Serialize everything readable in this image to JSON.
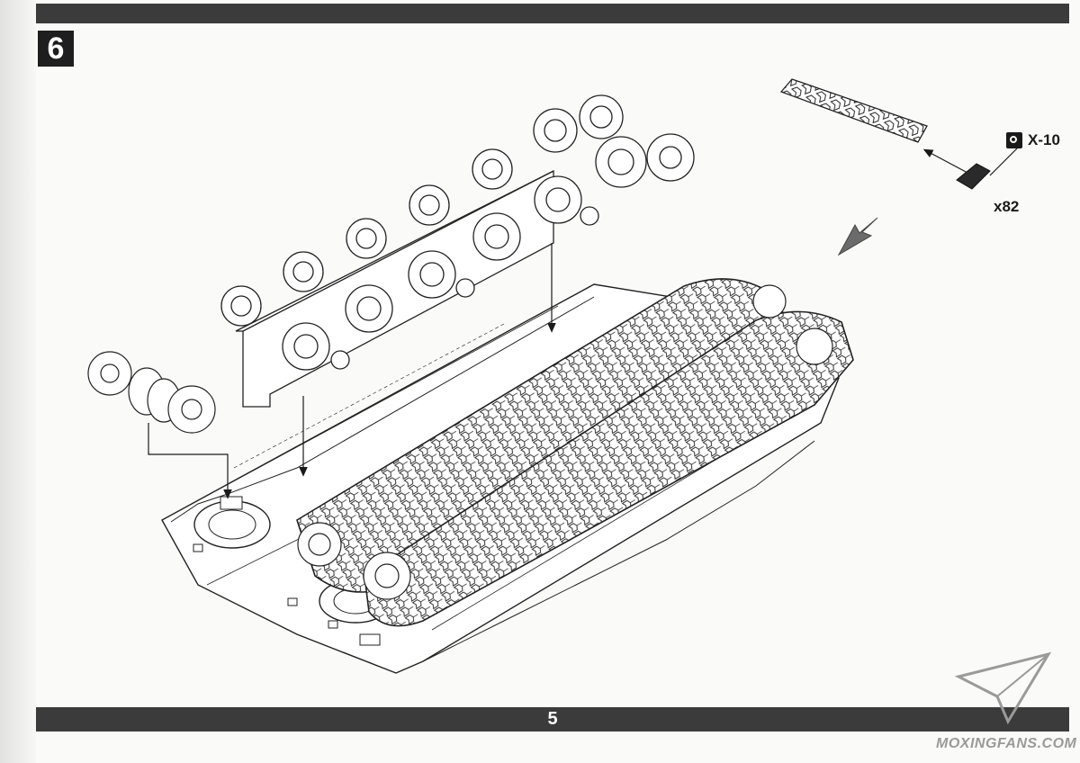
{
  "header": {
    "step_number": "6"
  },
  "callout": {
    "part_code": "X-10",
    "part_icon": "sprue-part-icon",
    "quantity": "x82"
  },
  "footer": {
    "page_number": "5"
  },
  "watermark": {
    "text": "MOXINGFANS.COM"
  },
  "colors": {
    "bars": "#3b3b3b",
    "ink": "#1a1a1a",
    "paper": "#fafaf8"
  }
}
